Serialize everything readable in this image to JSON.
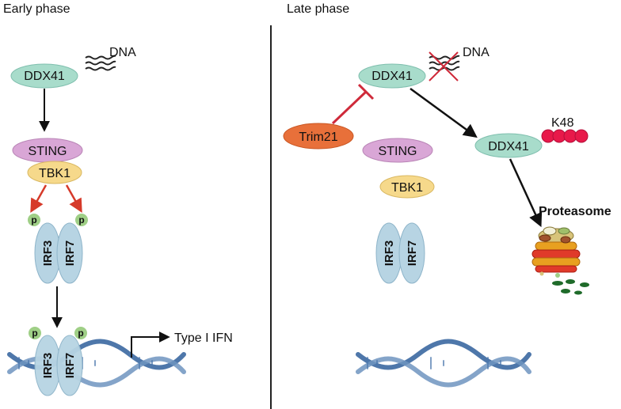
{
  "panels": {
    "left_title": "Early phase",
    "right_title": "Late phase"
  },
  "early": {
    "dna_label": "DNA",
    "ddx41": "DDX41",
    "sting": "STING",
    "tbk1": "TBK1",
    "p_left": "p",
    "p_right": "p",
    "irf3": "IRF3",
    "irf7": "IRF7",
    "p_dna_left": "p",
    "p_dna_right": "p",
    "irf3_dna": "IRF3",
    "irf7_dna": "IRF7",
    "output": "Type I IFN"
  },
  "late": {
    "dna_label": "DNA",
    "ddx41": "DDX41",
    "trim21": "Trim21",
    "sting": "STING",
    "tbk1": "TBK1",
    "ddx41_ub": "DDX41",
    "k48": "K48",
    "proteasome": "Proteasome",
    "irf3": "IRF3",
    "irf7": "IRF7"
  },
  "colors": {
    "ddx41": "#a8dccb",
    "sting": "#d9a6d6",
    "tbk1": "#f6d98b",
    "irf": "#b7d4e3",
    "phospho": "#9fcf86",
    "trim21": "#e8703a",
    "ubiquitin": "#e8194a",
    "inhibit": "#cf2a3a",
    "dna": "#2f5f9b"
  }
}
